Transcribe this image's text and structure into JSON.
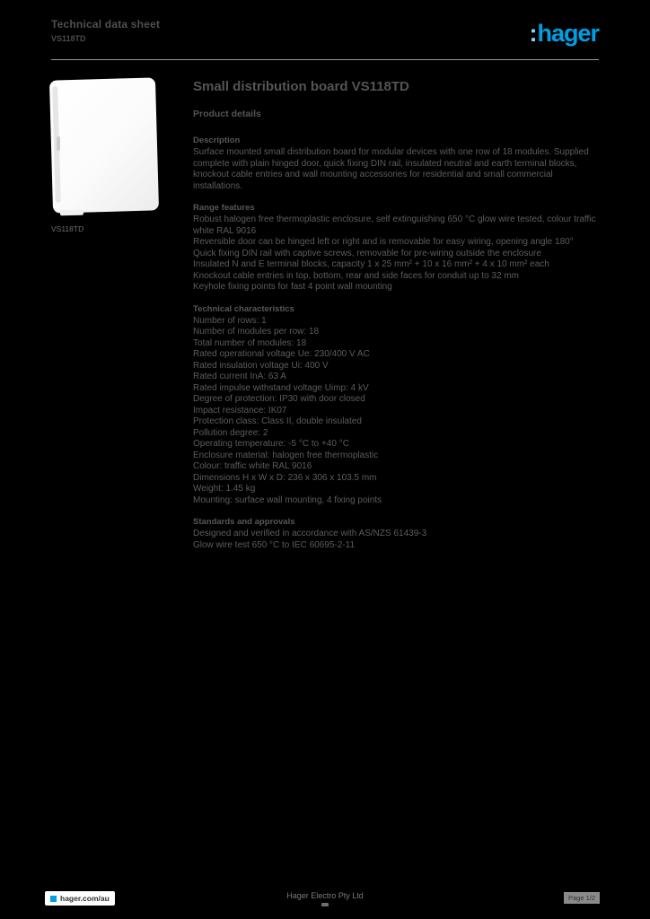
{
  "brand": {
    "blue": "#009FE3"
  },
  "header": {
    "title": "Technical data sheet",
    "subtitle": "VS118TD",
    "logo_colon": ":",
    "logo_text": "hager"
  },
  "product": {
    "caption": "VS118TD"
  },
  "main": {
    "title": "Small distribution board VS118TD",
    "subtitle": "Product details",
    "sections": [
      {
        "heading": "Description",
        "body": "Surface mounted small distribution board for modular devices with one row of 18 modules. Supplied complete with plain hinged door, quick fixing DIN rail, insulated neutral and earth terminal blocks, knockout cable entries and wall mounting accessories for residential and small commercial installations."
      },
      {
        "heading": "Range features",
        "body": "Robust halogen free thermoplastic enclosure, self extinguishing 650 °C glow wire tested, colour traffic white RAL 9016\nReversible door can be hinged left or right and is removable for easy wiring, opening angle 180°\nQuick fixing DIN rail with captive screws, removable for pre-wiring outside the enclosure\nInsulated N and E terminal blocks, capacity 1 x 25 mm² + 10 x 16 mm² + 4 x 10 mm² each\nKnockout cable entries in top, bottom, rear and side faces for conduit up to 32 mm\nKeyhole fixing points for fast 4 point wall mounting"
      },
      {
        "heading": "Technical characteristics",
        "body": "Number of rows: 1\nNumber of modules per row: 18\nTotal number of modules: 18\nRated operational voltage Ue: 230/400 V AC\nRated insulation voltage Ui: 400 V\nRated current InA: 63 A\nRated impulse withstand voltage Uimp: 4 kV\nDegree of protection: IP30 with door closed\nImpact resistance: IK07\nProtection class: Class II, double insulated\nPollution degree: 2\nOperating temperature: -5 °C to +40 °C\nEnclosure material: halogen free thermoplastic\nColour: traffic white RAL 9016\nDimensions H x W x D: 236 x 306 x 103.5 mm\nWeight: 1.45 kg\nMounting: surface wall mounting, 4 fixing points"
      },
      {
        "heading": "Standards and approvals",
        "body": "Designed and verified in accordance with AS/NZS 61439-3\nGlow wire test 650 °C to IEC 60695-2-11"
      }
    ]
  },
  "footer": {
    "website": "hager.com/au",
    "company": "Hager Electro Pty Ltd",
    "page": "Page 1/2"
  }
}
